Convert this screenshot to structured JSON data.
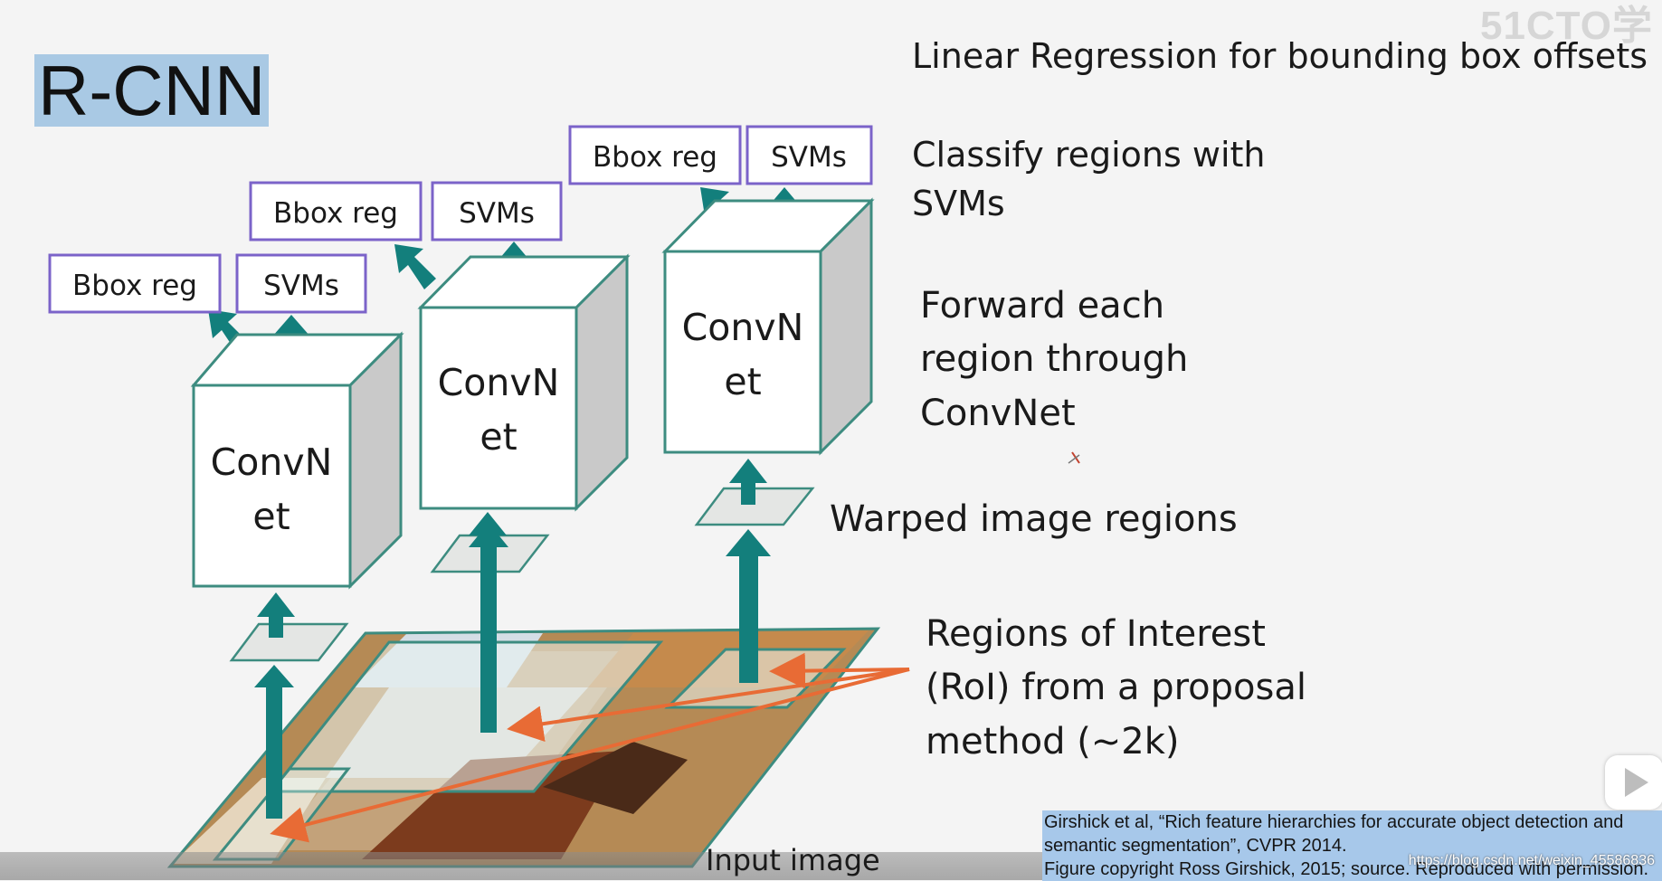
{
  "slide": {
    "title": "R-CNN",
    "watermark": "51CTO学",
    "labels": {
      "linear_regression": "Linear Regression for bounding box offsets",
      "classify_line1": "Classify regions with",
      "classify_line2": "SVMs",
      "forward_line1": "Forward each",
      "forward_line2": "region through",
      "forward_line3": "ConvNet",
      "warped": "Warped image regions",
      "roi_line1": "Regions of Interest",
      "roi_line2": "(RoI) from a proposal",
      "roi_line3": "method (~2k)",
      "input_image": "Input image"
    },
    "convnet_line1": "ConvN",
    "convnet_line2": "et",
    "bbox_label": "Bbox reg",
    "svm_label": "SVMs",
    "citation": {
      "line1": "Girshick et al, “Rich feature hierarchies for accurate object detection and",
      "line2": "semantic segmentation”, CVPR 2014.",
      "line3": "Figure copyright Ross Girshick, 2015; source. Reproduced with permission."
    },
    "url": "https://blog.csdn.net/weixin_45586836",
    "colors": {
      "teal": "#137f7c",
      "box_border": "#7b63c9",
      "orange": "#e86b35",
      "cube_edge": "#3d8c80",
      "highlight": "#a9c9e4"
    }
  }
}
